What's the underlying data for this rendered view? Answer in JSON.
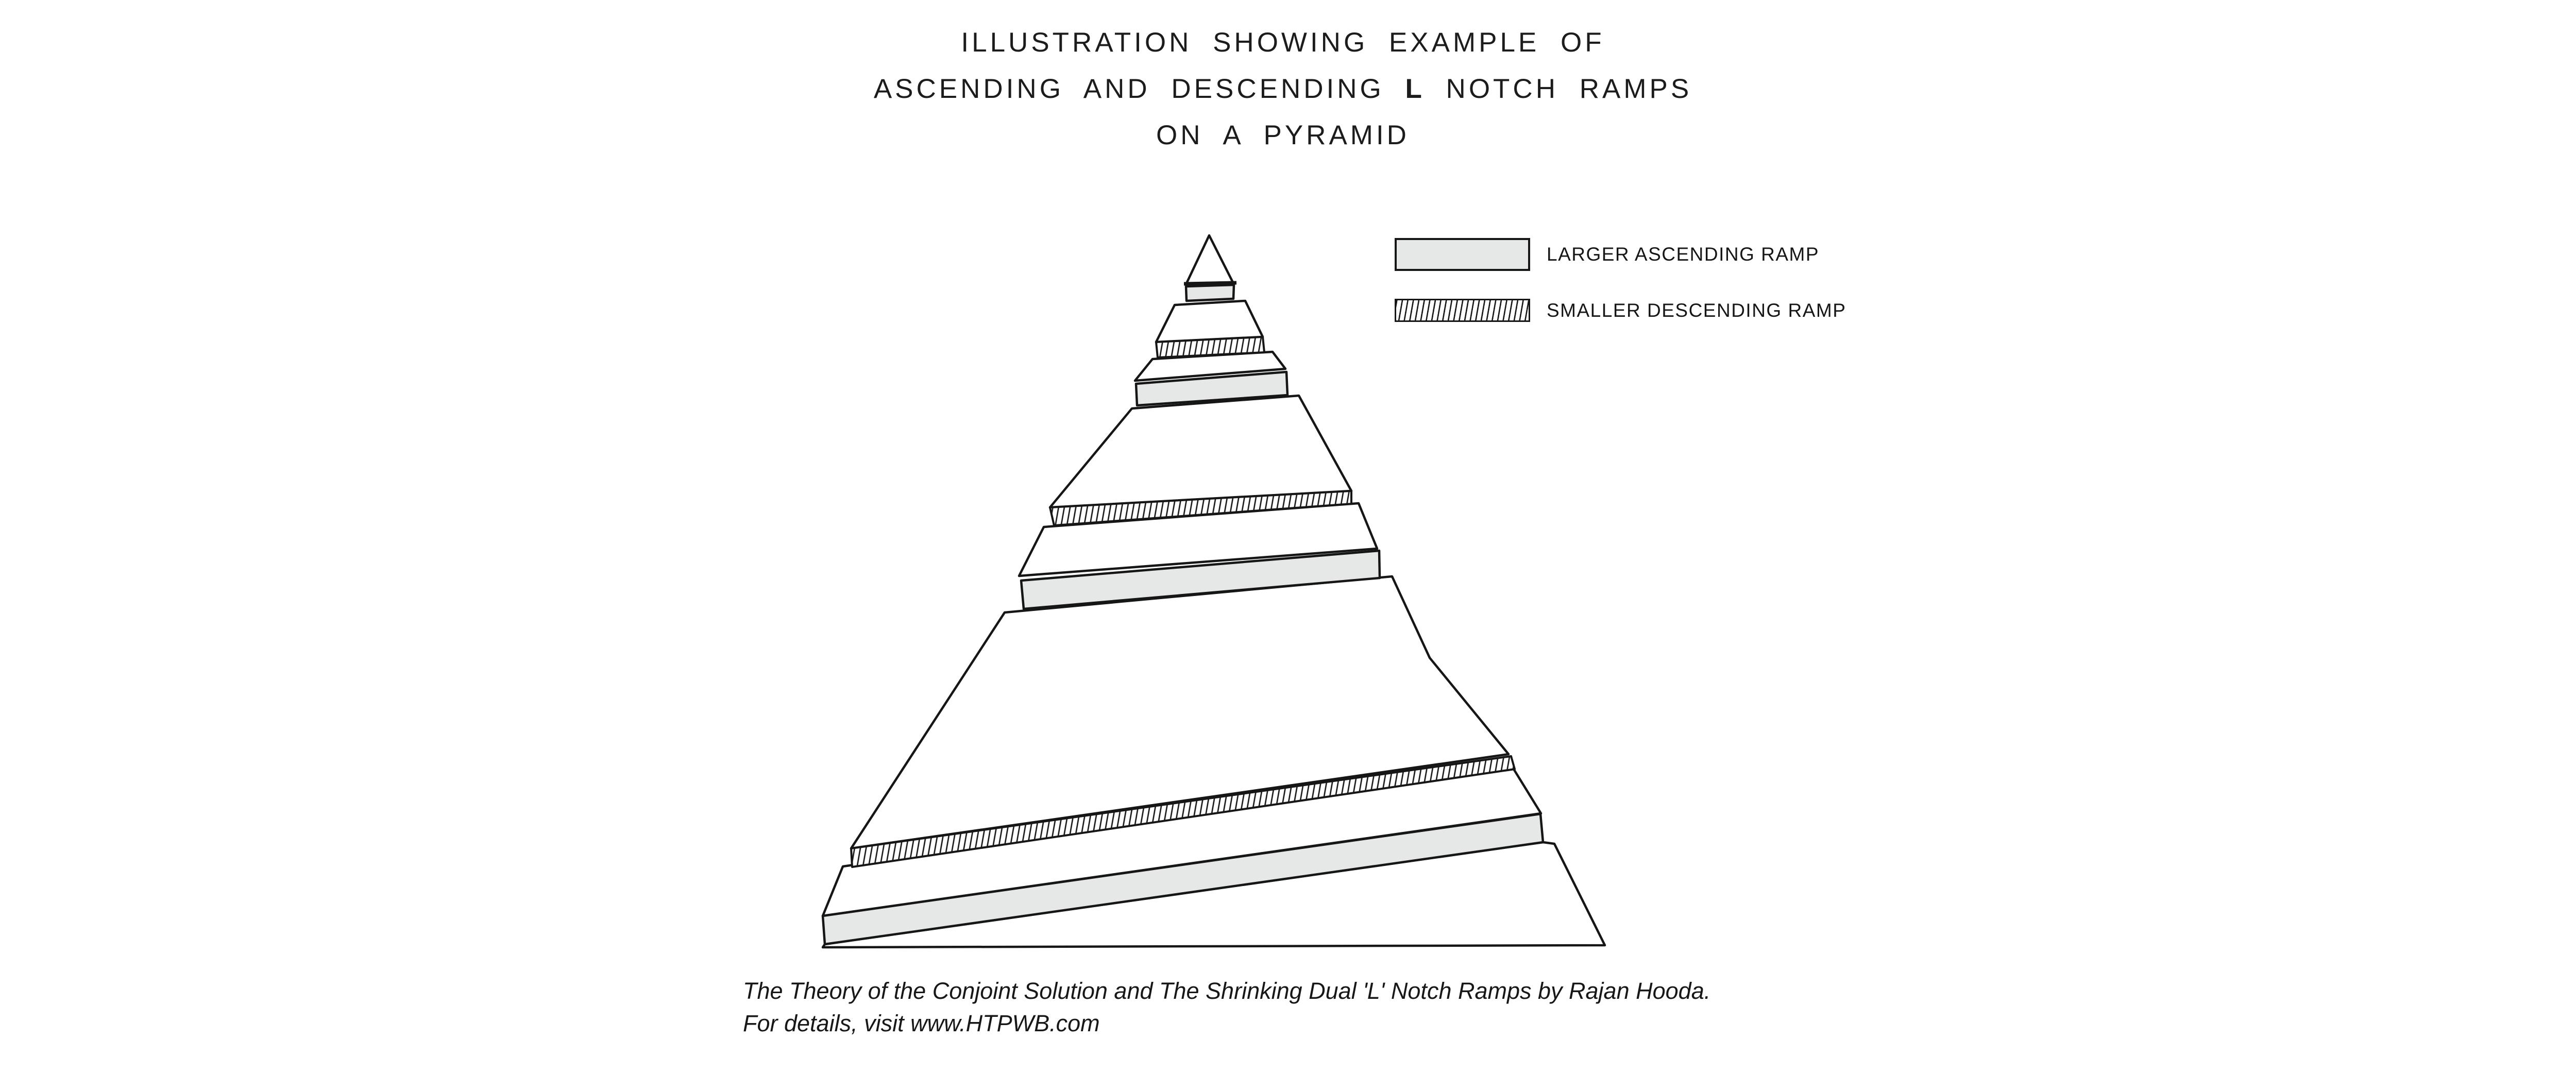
{
  "title": {
    "line1": "ILLUSTRATION SHOWING EXAMPLE OF",
    "line2_prefix": "ASCENDING AND DESCENDING ",
    "line2_bold": "L",
    "line2_suffix": " NOTCH RAMPS",
    "line3": "ON A PYRAMID"
  },
  "legend": {
    "items": [
      {
        "label": "LARGER ASCENDING RAMP",
        "swatch": "solid-gray"
      },
      {
        "label": "SMALLER DESCENDING RAMP",
        "swatch": "hatched"
      }
    ]
  },
  "caption": {
    "line1": "The Theory of the Conjoint Solution and The Shrinking Dual 'L' Notch Ramps by Rajan Hooda.",
    "line2": "For details, visit www.HTPWB.com"
  },
  "figure": {
    "type": "pyramid-diagram",
    "bands_top_to_bottom": [
      "apex",
      "larger-ascending-ramp",
      "plain-face",
      "smaller-descending-ramp",
      "plain-face",
      "larger-ascending-ramp",
      "plain-face",
      "smaller-descending-ramp",
      "plain-face",
      "larger-ascending-ramp",
      "plain-face",
      "smaller-descending-ramp",
      "plain-face",
      "larger-ascending-ramp",
      "base-course"
    ]
  },
  "colors": {
    "ramp_gray": "#e6e8e7",
    "line": "#161616",
    "background": "#ffffff"
  }
}
